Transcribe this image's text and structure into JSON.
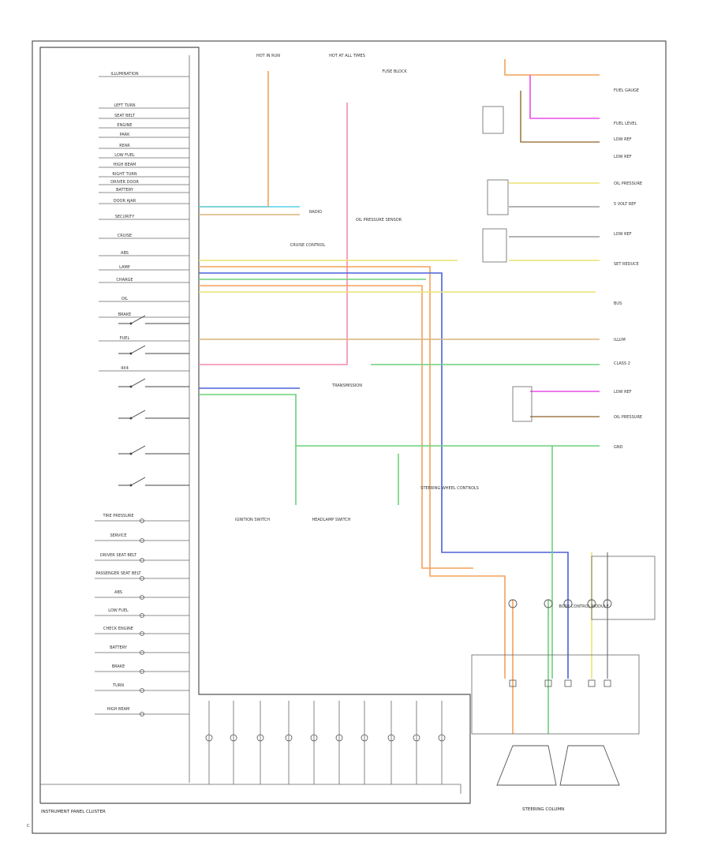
{
  "cluster_label": "INSTRUMENT PANEL CLUSTER",
  "connector_label": "STEERING COLUMN",
  "corner_label": "C",
  "left_labels": [
    "ILLUMINATION",
    "LEFT TURN",
    "SEAT BELT",
    "ENGINE",
    "PARK",
    "REAR",
    "LOW FUEL",
    "HIGH BEAM",
    "RIGHT TURN",
    "DRIVER DOOR",
    "BATTERY",
    "DOOR AJAR",
    "SECURITY",
    "CRUISE",
    "ABS",
    "LAMP",
    "CHARGE",
    "OIL",
    "BRAKE",
    "FUEL",
    "4X4"
  ],
  "indicator_labels": [
    "TIRE PRESSURE",
    "SERVICE",
    "DRIVER SEAT BELT",
    "PASSENGER SEAT BELT",
    "ABS",
    "LOW FUEL",
    "CHECK ENGINE",
    "BATTERY",
    "BRAKE",
    "TURN",
    "HIGH BEAM"
  ],
  "right_labels": [
    "FUEL GAUGE",
    "FUEL LEVEL",
    "LOW REF",
    "LOW REF",
    "OIL PRESSURE",
    "5 VOLT REF",
    "LOW REF",
    "SET REDUCE",
    "BUS",
    "ILLUM",
    "CLASS 2",
    "LOW REF",
    "OIL PRESSURE",
    "GND"
  ],
  "center_labels": [
    "HOT IN RUN",
    "HOT AT ALL TIMES",
    "FUSE BLOCK",
    "RADIO",
    "CRUISE CONTROL",
    "OIL PRESSURE SENSOR",
    "TRANSMISSION",
    "IGNITION SWITCH",
    "HEADLAMP SWITCH",
    "STEERING WHEEL CONTROLS",
    "BODY CONTROL MODULE"
  ],
  "wire_colors": {
    "orange": "#f4a259",
    "pink": "#f58ab0",
    "cyan": "#59d4e8",
    "yellow": "#ece272",
    "blue": "#4a62d8",
    "green": "#6cd07a",
    "magenta": "#e84ee8",
    "brown": "#a07a4a",
    "tan": "#d8b47a",
    "gray": "#9a9a9a"
  }
}
